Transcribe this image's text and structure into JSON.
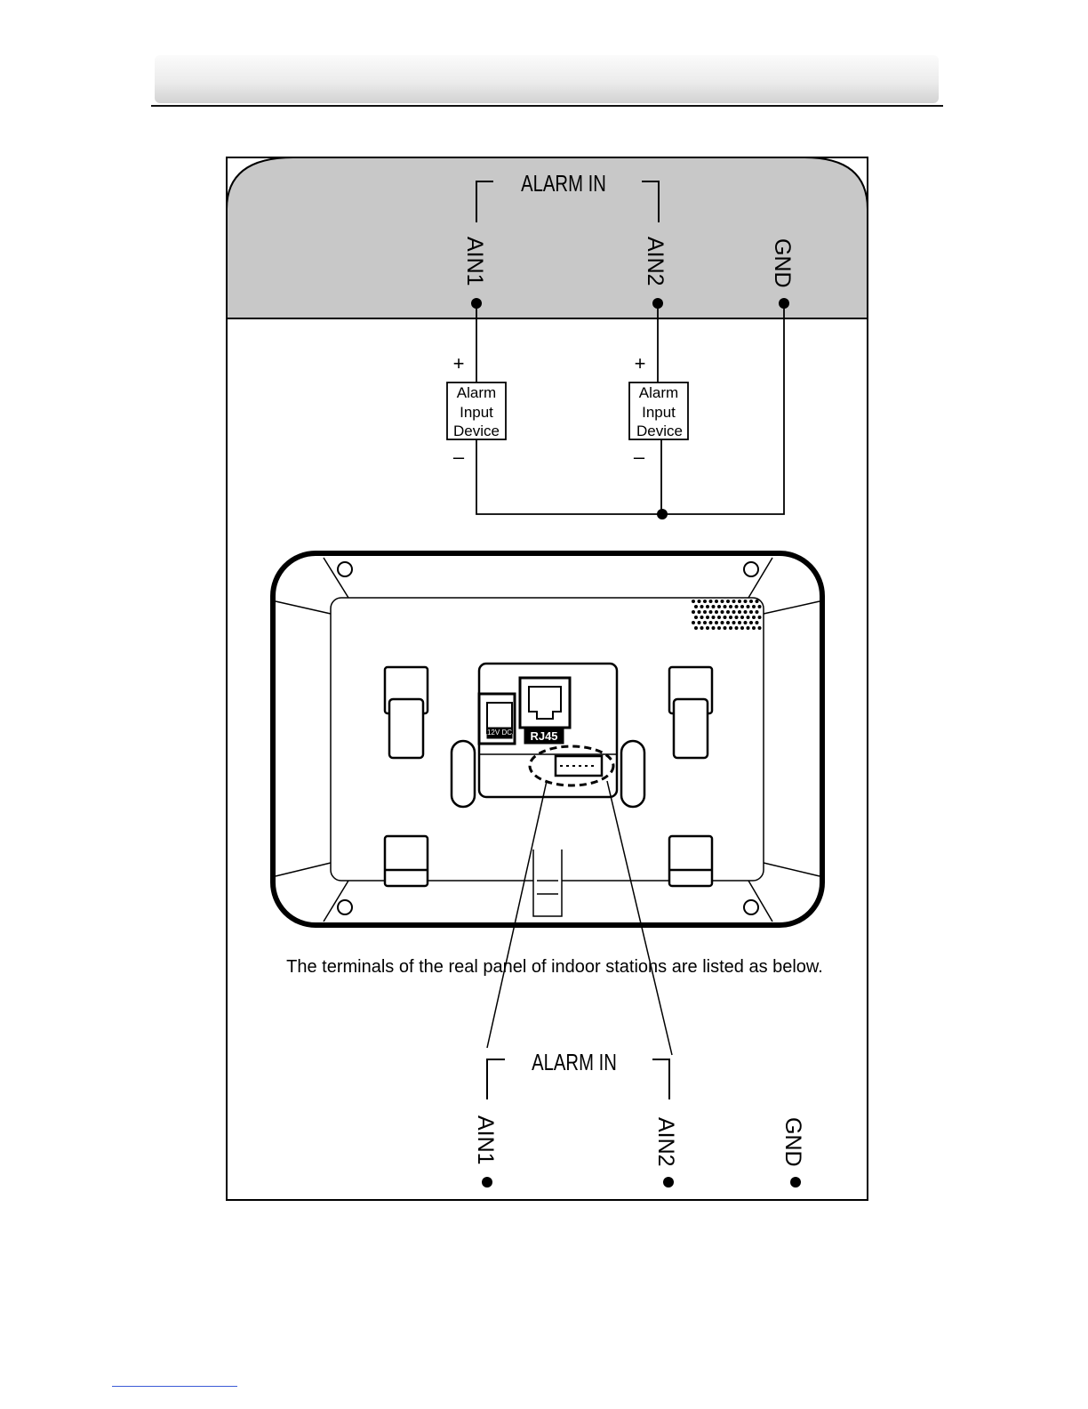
{
  "top_panel": {
    "group_label": "ALARM IN",
    "terminals": [
      "AIN1",
      "AIN2",
      "GND"
    ]
  },
  "devices": [
    {
      "line1": "Alarm",
      "line2": "Input",
      "line3": "Device",
      "plus": "+",
      "minus": "–"
    },
    {
      "line1": "Alarm",
      "line2": "Input",
      "line3": "Device",
      "plus": "+",
      "minus": "–"
    }
  ],
  "device_panel": {
    "port_label": "RJ45",
    "power_label": "12V DC"
  },
  "caption": "The terminals of the real panel of indoor stations are listed as below.",
  "bottom_panel": {
    "group_label": "ALARM IN",
    "terminals": [
      "AIN1",
      "AIN2",
      "GND"
    ]
  }
}
